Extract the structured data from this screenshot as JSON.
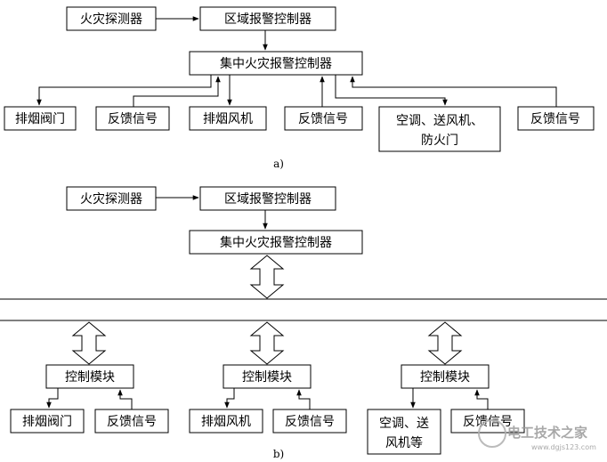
{
  "diagram_a": {
    "detector": "火灾探测器",
    "area_controller": "区域报警控制器",
    "central_controller": "集中火灾报警控制器",
    "exhaust_valve": "排烟阀门",
    "feedback_1": "反馈信号",
    "exhaust_fan": "排烟风机",
    "feedback_2": "反馈信号",
    "hvac_line1": "空调、送风机、",
    "hvac_line2": "防火门",
    "feedback_3": "反馈信号",
    "caption": "a)"
  },
  "diagram_b": {
    "detector": "火灾探测器",
    "area_controller": "区域报警控制器",
    "central_controller": "集中火灾报警控制器",
    "module_1": "控制模块",
    "module_2": "控制模块",
    "module_3": "控制模块",
    "exhaust_valve": "排烟阀门",
    "feedback_1": "反馈信号",
    "exhaust_fan": "排烟风机",
    "feedback_2": "反馈信号",
    "hvac_line1": "空调、送",
    "hvac_line2": "风机等",
    "feedback_3": "反馈信号",
    "caption": "b)"
  },
  "watermark": {
    "title": "电工技术之家",
    "url": "www.dgjs123.com"
  }
}
